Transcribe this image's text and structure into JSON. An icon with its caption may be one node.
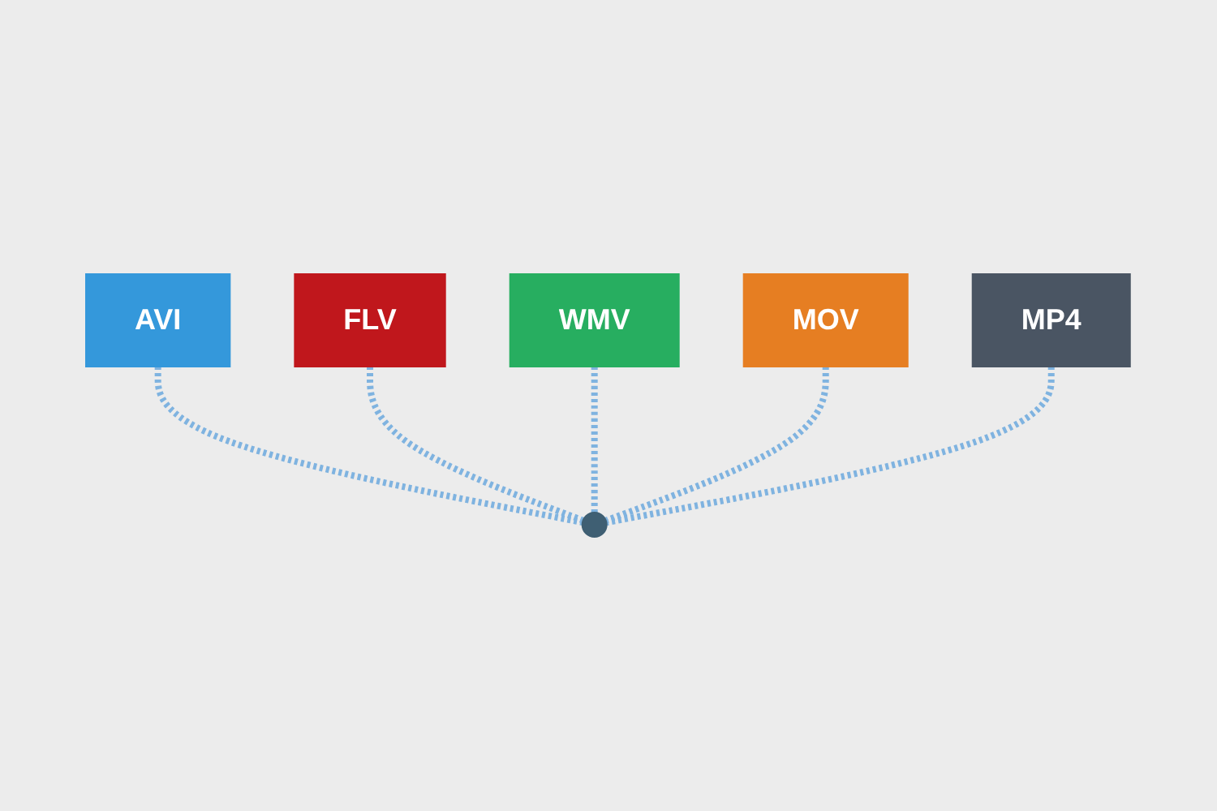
{
  "diagram": {
    "nodes": [
      {
        "text": [
          "WMV"
        ]
      },
      {
        "text": [
          "FLV"
        ]
      },
      {
        "text": [
          "MOV"
        ]
      },
      {
        "text": [
          "AVI"
        ]
      },
      {
        "text": [],
        "shape": "circle"
      },
      {
        "text": [
          "MP4"
        ]
      }
    ],
    "edges": [
      {
        "from": 3,
        "to": 4,
        "arrow": "none",
        "style": "dashed"
      },
      {
        "from": 1,
        "to": 4,
        "arrow": "none",
        "style": "dashed"
      },
      {
        "from": 0,
        "to": 4,
        "arrow": "none",
        "style": "dashed"
      },
      {
        "from": 2,
        "to": 4,
        "arrow": "none",
        "style": "dashed"
      },
      {
        "from": 5,
        "to": 4,
        "arrow": "none",
        "style": "dashed"
      }
    ]
  }
}
